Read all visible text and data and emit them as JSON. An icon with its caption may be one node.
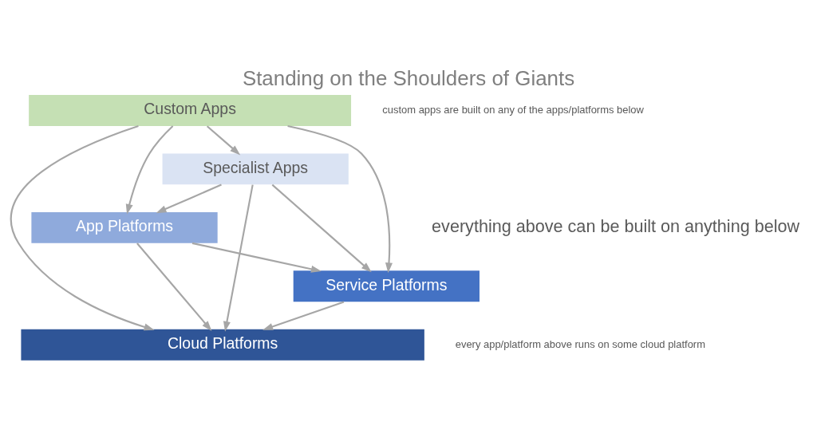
{
  "diagram": {
    "title": "Standing on the Shoulders of Giants",
    "nodes": [
      {
        "text": [
          "Custom Apps"
        ],
        "beside": [
          "custom apps are built on any of the apps/platforms below"
        ]
      },
      {
        "text": [
          "Specialist Apps"
        ]
      },
      {
        "text": [
          "App Platforms"
        ]
      },
      {
        "text": [
          "Service Platforms"
        ]
      },
      {
        "text": [
          "Cloud Platforms"
        ],
        "beside": [
          "every app/platform above runs on some cloud platform"
        ]
      }
    ],
    "edges": [
      {
        "from": 0,
        "to": 1,
        "arrow": "to"
      },
      {
        "from": 0,
        "to": 3,
        "arrow": "to"
      },
      {
        "from": 0,
        "to": 2,
        "arrow": "to"
      },
      {
        "from": 0,
        "to": 4,
        "arrow": "to"
      },
      {
        "from": 1,
        "to": 4,
        "arrow": "to"
      },
      {
        "from": 1,
        "to": 3,
        "arrow": "to"
      },
      {
        "from": 1,
        "to": 2,
        "arrow": "to"
      },
      {
        "from": 2,
        "to": 3,
        "arrow": "to"
      },
      {
        "from": 2,
        "to": 4,
        "arrow": "to"
      },
      {
        "from": 3,
        "to": 4,
        "arrow": "to"
      }
    ],
    "labels": [
      "everything above can be built on anything below"
    ]
  }
}
